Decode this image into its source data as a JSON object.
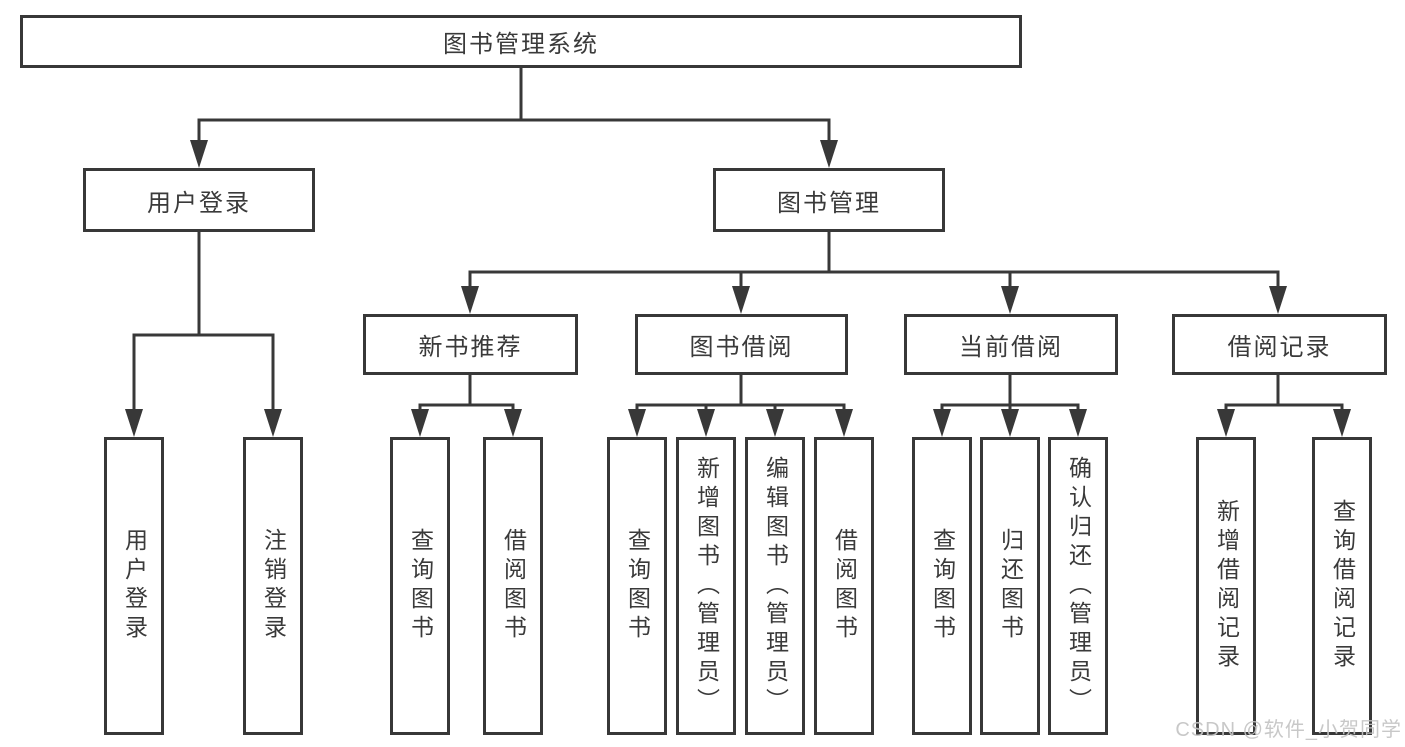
{
  "colors": {
    "line": "#383838",
    "text": "#3a3a3a",
    "background": "#ffffff",
    "watermark": "#c4c4c4"
  },
  "watermark": "CSDN @软件_小贺同学",
  "tree": {
    "root": {
      "label": "图书管理系统",
      "children": [
        {
          "label": "用户登录",
          "children": [
            {
              "label": "用户登录"
            },
            {
              "label": "注销登录"
            }
          ]
        },
        {
          "label": "图书管理",
          "children": [
            {
              "label": "新书推荐",
              "children": [
                {
                  "label": "查询图书"
                },
                {
                  "label": "借阅图书"
                }
              ]
            },
            {
              "label": "图书借阅",
              "children": [
                {
                  "label": "查询图书"
                },
                {
                  "label": "新增图书（管理员）"
                },
                {
                  "label": "编辑图书（管理员）"
                },
                {
                  "label": "借阅图书"
                }
              ]
            },
            {
              "label": "当前借阅",
              "children": [
                {
                  "label": "查询图书"
                },
                {
                  "label": "归还图书"
                },
                {
                  "label": "确认归还（管理员）"
                }
              ]
            },
            {
              "label": "借阅记录",
              "children": [
                {
                  "label": "新增借阅记录"
                },
                {
                  "label": "查询借阅记录"
                }
              ]
            }
          ]
        }
      ]
    }
  }
}
